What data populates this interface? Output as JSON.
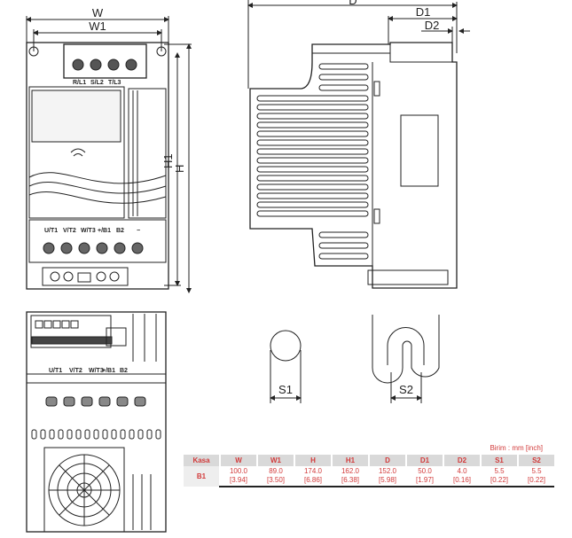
{
  "front_view": {
    "labels": {
      "w": "W",
      "w1": "W1",
      "h": "H",
      "h1": "H1"
    },
    "input_terminals": [
      "R/L1",
      "S/L2",
      "T/L3"
    ],
    "output_terminals": [
      "U/T1",
      "V/T2",
      "W/T3",
      "+/B1",
      "B2",
      "−"
    ]
  },
  "side_view": {
    "labels": {
      "d": "D",
      "d1": "D1",
      "d2": "D2"
    }
  },
  "slots": {
    "s1": "S1",
    "s2": "S2"
  },
  "table": {
    "unit_note": "Birim : mm [inch]",
    "headers": [
      "Kasa",
      "W",
      "W1",
      "H",
      "H1",
      "D",
      "D1",
      "D2",
      "S1",
      "S2"
    ],
    "row": {
      "kasa": "B1",
      "values": [
        {
          "mm": "100.0",
          "inch": "[3.94]"
        },
        {
          "mm": "89.0",
          "inch": "[3.50]"
        },
        {
          "mm": "174.0",
          "inch": "[6.86]"
        },
        {
          "mm": "162.0",
          "inch": "[6.38]"
        },
        {
          "mm": "152.0",
          "inch": "[5.98]"
        },
        {
          "mm": "50.0",
          "inch": "[1.97]"
        },
        {
          "mm": "4.0",
          "inch": "[0.16]"
        },
        {
          "mm": "5.5",
          "inch": "[0.22]"
        },
        {
          "mm": "5.5",
          "inch": "[0.22]"
        }
      ]
    },
    "colors": {
      "text": "#d23a3a",
      "header_bg": "#d9d9d9"
    }
  }
}
